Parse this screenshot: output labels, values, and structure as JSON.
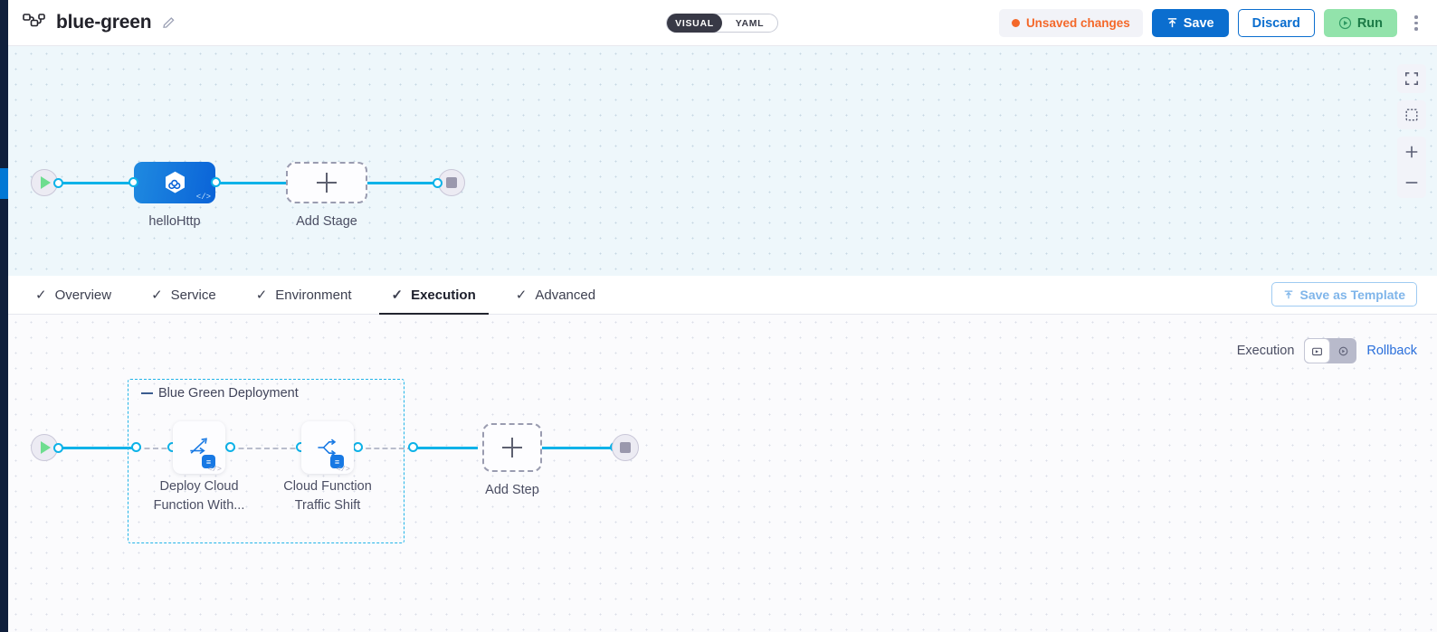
{
  "header": {
    "pipeline_icon": "pipeline-icon",
    "title": "blue-green",
    "edit_icon": "pencil-icon",
    "view_toggle": {
      "visual_label": "VISUAL",
      "yaml_label": "YAML",
      "selected": "VISUAL"
    },
    "unsaved_label": "Unsaved changes",
    "save_label": "Save",
    "discard_label": "Discard",
    "run_label": "Run",
    "menu_icon": "kebab-menu-icon",
    "accent_blue": "#0b6ecf",
    "accent_green": "#92e3ab",
    "accent_orange": "#f4682a"
  },
  "stage_canvas": {
    "start_node": "start-node",
    "end_node": "end-node",
    "stage_label": "helloHttp",
    "add_stage_label": "Add Stage",
    "controls": {
      "fit_screen_icon": "fit-screen-icon",
      "frame_icon": "frame-select-icon",
      "zoom_in_icon": "zoom-in-icon",
      "zoom_out_icon": "zoom-out-icon"
    }
  },
  "tabs": [
    {
      "label": "Overview",
      "checked": true,
      "active": false
    },
    {
      "label": "Service",
      "checked": true,
      "active": false
    },
    {
      "label": "Environment",
      "checked": true,
      "active": false
    },
    {
      "label": "Execution",
      "checked": true,
      "active": true
    },
    {
      "label": "Advanced",
      "checked": true,
      "active": false
    }
  ],
  "tabbar": {
    "save_as_template_label": "Save as Template",
    "template_icon": "template-upload-icon"
  },
  "execution": {
    "label": "Execution",
    "toggle_left_icon": "execution-view-icon",
    "toggle_right_icon": "rollback-view-icon",
    "rollback_label": "Rollback",
    "group_title": "Blue Green Deployment",
    "steps": [
      {
        "label": "Deploy Cloud\nFunction With...",
        "icon": "deploy-function-icon",
        "badge": "gcp-badge"
      },
      {
        "label": "Cloud Function\nTraffic Shift",
        "icon": "traffic-shift-icon",
        "badge": "gcp-badge"
      }
    ],
    "add_step_label": "Add Step",
    "start_node": "start-node",
    "end_node": "end-node"
  }
}
